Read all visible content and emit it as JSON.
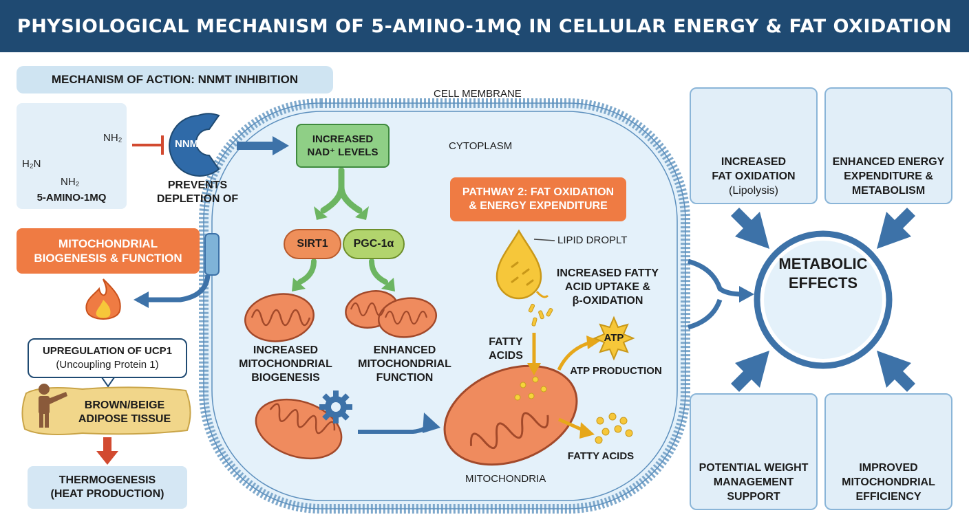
{
  "title": "PHYSIOLOGICAL MECHANISM OF 5-AMINO-1MQ IN CELLULAR ENERGY & FAT OXIDATION",
  "mechanism_header": "MECHANISM OF ACTION: NNMT INHIBITION",
  "molecule": {
    "name": "5-AMINO-1MQ",
    "group_amide": "NH₂",
    "group_amine_left": "H₂N",
    "group_amine_bottom": "NH₂"
  },
  "nnmt": {
    "label": "NNMT",
    "caption_line1": "PREVENTS",
    "caption_line2": "DEPLETION OF"
  },
  "nad": {
    "line1": "INCREASED",
    "line2": "NAD⁺ LEVELS"
  },
  "cell": {
    "membrane": "CELL MEMBRANE",
    "cytoplasm": "CYTOPLASM"
  },
  "sirt1": "SIRT1",
  "pgc": "PGC-1α",
  "biogenesis": {
    "line1": "INCREASED",
    "line2": "MITOCHONDRIAL",
    "line3": "BIOGENESIS"
  },
  "function": {
    "line1": "ENHANCED",
    "line2": "MITOCHONDRIAL",
    "line3": "FUNCTION"
  },
  "pathway2": {
    "line1": "PATHWAY 2: FAT OXIDATION",
    "line2": "& ENERGY EXPENDITURE"
  },
  "lipid_droplet": "LIPID DROPLT",
  "fatty_uptake": {
    "line1": "INCREASED FATTY",
    "line2": "ACID UPTAKE &",
    "line3": "β-OXIDATION"
  },
  "fatty_acids_in": {
    "line1": "FATTY",
    "line2": "ACIDS"
  },
  "atp": "ATP",
  "atp_production": "ATP PRODUCTION",
  "fatty_acids_out": "FATTY ACIDS",
  "mitochondria": "MITOCHONDRIA",
  "mito_biogenesis": {
    "line1": "MITOCHONDRIAL",
    "line2": "BIOGENESIS & FUNCTION"
  },
  "ucp1": {
    "line1": "UPREGULATION OF UCP1",
    "line2": "(Uncoupling Protein 1)"
  },
  "adipose": {
    "line1": "BROWN/BEIGE",
    "line2": "ADIPOSE TISSUE"
  },
  "thermogenesis": {
    "line1": "THERMOGENESIS",
    "line2": "(HEAT PRODUCTION)"
  },
  "metabolic_effects": {
    "line1": "METABOLIC",
    "line2": "EFFECTS"
  },
  "effects": [
    {
      "line1": "INCREASED",
      "line2": "FAT OXIDATION",
      "line3": "(Lipolysis)",
      "icon": "fat-drop-icon"
    },
    {
      "line1": "ENHANCED ENERGY",
      "line2": "EXPENDITURE &",
      "line3": "METABOLISM",
      "icon": "flame-cycle-icon"
    },
    {
      "line1": "POTENTIAL WEIGHT",
      "line2": "MANAGEMENT",
      "line3": "SUPPORT",
      "icon": "scale-icon"
    },
    {
      "line1": "IMPROVED",
      "line2": "MITOCHONDRIAL",
      "line3": "EFFICIENCY",
      "icon": "mitochondria-icon"
    }
  ],
  "colors": {
    "title_bg": "#1f4a72",
    "arrow_blue": "#3d72a8",
    "orange": "#ef7b43",
    "green": "#8fcf86",
    "cell_fill": "#e4f1fa",
    "mito_fill": "#ef8b5e"
  }
}
